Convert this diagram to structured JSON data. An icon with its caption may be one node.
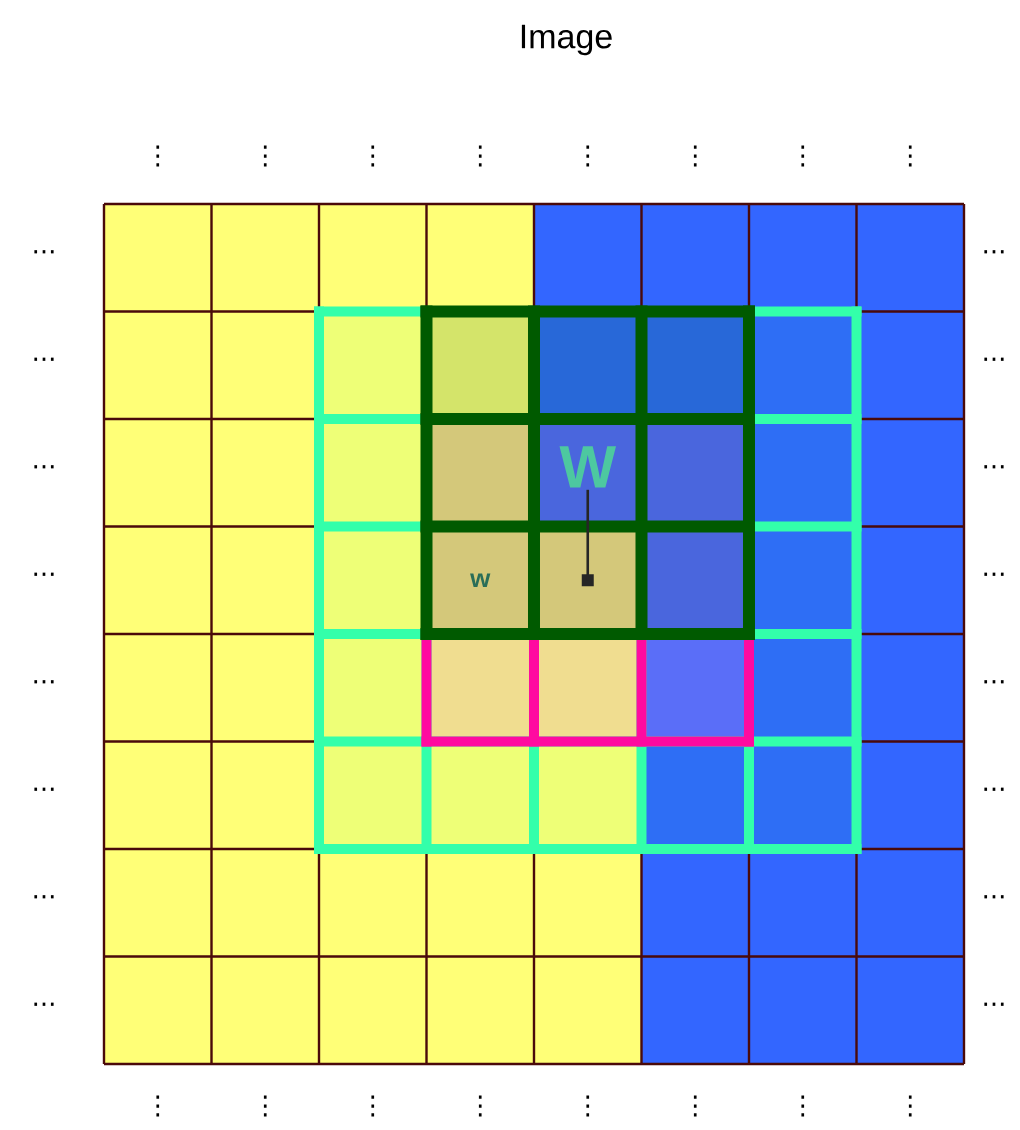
{
  "diagram": {
    "title": "Image",
    "nodes": [
      {
        "text": [
          "W"
        ]
      },
      {
        "text": [
          "w"
        ]
      },
      {
        "text": [],
        "shape": "box"
      }
    ],
    "edges": [
      {
        "from": 0,
        "to": 2,
        "arrow": "none"
      }
    ],
    "labels": [
      "⋮",
      "⋮",
      "⋮",
      "⋮",
      "⋮",
      "⋮",
      "⋮",
      "⋮",
      "...",
      "...",
      "...",
      "...",
      "...",
      "...",
      "...",
      "...",
      "...",
      "...",
      "...",
      "...",
      "...",
      "...",
      "...",
      "...",
      "⋮",
      "⋮",
      "⋮",
      "⋮",
      "⋮",
      "⋮",
      "⋮",
      "⋮"
    ]
  }
}
